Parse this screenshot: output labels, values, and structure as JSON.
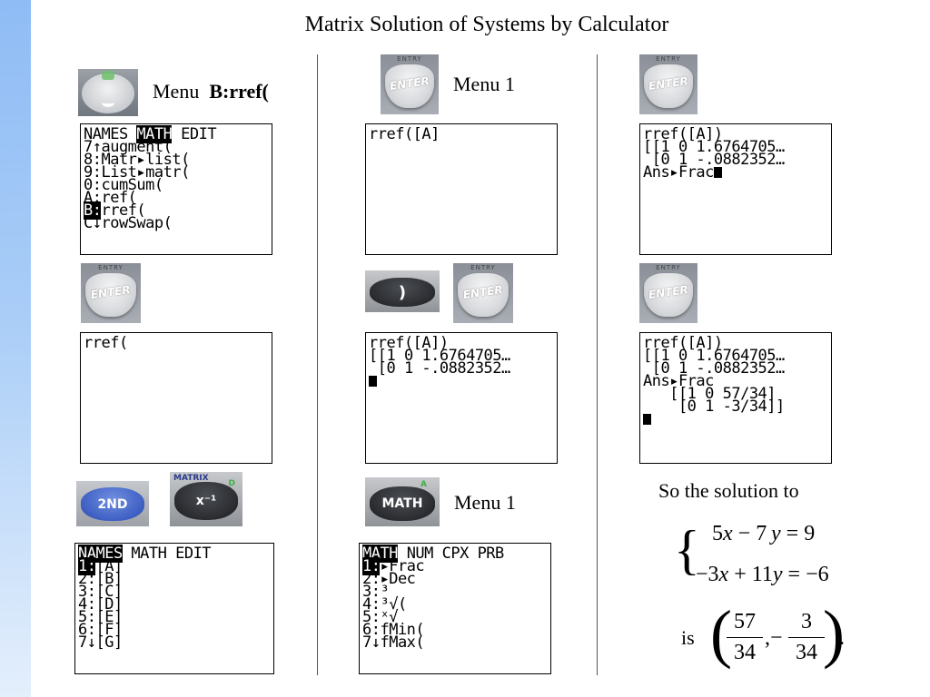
{
  "title": "Matrix Solution of Systems by Calculator",
  "labels": {
    "menu_brref_prefix": "Menu",
    "menu_brref_bold": "B:rref(",
    "menu1_a": "Menu 1",
    "menu1_b": "Menu 1",
    "solution_intro": "So the solution to",
    "is_word": "is"
  },
  "keys": {
    "enter": "ENTER",
    "enter_tag": "ENTRY",
    "close_paren": ")",
    "second": "2ND",
    "inverse": "x⁻¹",
    "inverse_tag": "MATRIX",
    "inverse_tag2": "D",
    "math": "MATH",
    "math_tag2": "A"
  },
  "screens": {
    "matrix_math_menu": [
      "NAMES MATH EDIT",
      "7↑augment(",
      "8:Matr▸list(",
      "9:List▸matr(",
      "0:cumSum(",
      "A:ref(",
      "B:rref(",
      "C↓rowSwap("
    ],
    "rref_open": [
      "rref("
    ],
    "matrix_names_menu": [
      "NAMES MATH EDIT",
      "1:[A]",
      "2:[B]",
      "3:[C]",
      "4:[D]",
      "5:[E]",
      "6:[F]",
      "7↓[G]"
    ],
    "rref_a": [
      "rref([A]"
    ],
    "rref_result": [
      "rref([A])",
      "[[1 0 1.6764705…",
      " [0 1 -.0882352…"
    ],
    "math_menu": [
      "MATH NUM CPX PRB",
      "1:▸Frac",
      "2:▸Dec",
      "3:³",
      "4:³√(",
      "5:ˣ√",
      "6:fMin(",
      "7↓fMax("
    ],
    "ans_frac": [
      "rref([A])",
      "[[1 0 1.6764705…",
      " [0 1 -.0882352…",
      "Ans▸Frac"
    ],
    "frac_result": [
      "rref([A])",
      "[[1 0 1.6764705…",
      " [0 1 -.0882352…",
      "Ans▸Frac",
      "   [[1 0 57/34]",
      "    [0 1 -3/34]]"
    ]
  },
  "system": {
    "eq1": {
      "a": "5",
      "x": "x",
      "op": "−",
      "b": "7",
      "y": "y",
      "eq": "=",
      "rhs": "9"
    },
    "eq2": {
      "a": "−3",
      "x": "x",
      "op": "+",
      "b": "11",
      "y": "y",
      "eq": "=",
      "rhs": "−6"
    }
  },
  "solution": {
    "x_num": "57",
    "x_den": "34",
    "comma_minus": ",−",
    "y_num": "3",
    "y_den": "34",
    "period": "."
  }
}
